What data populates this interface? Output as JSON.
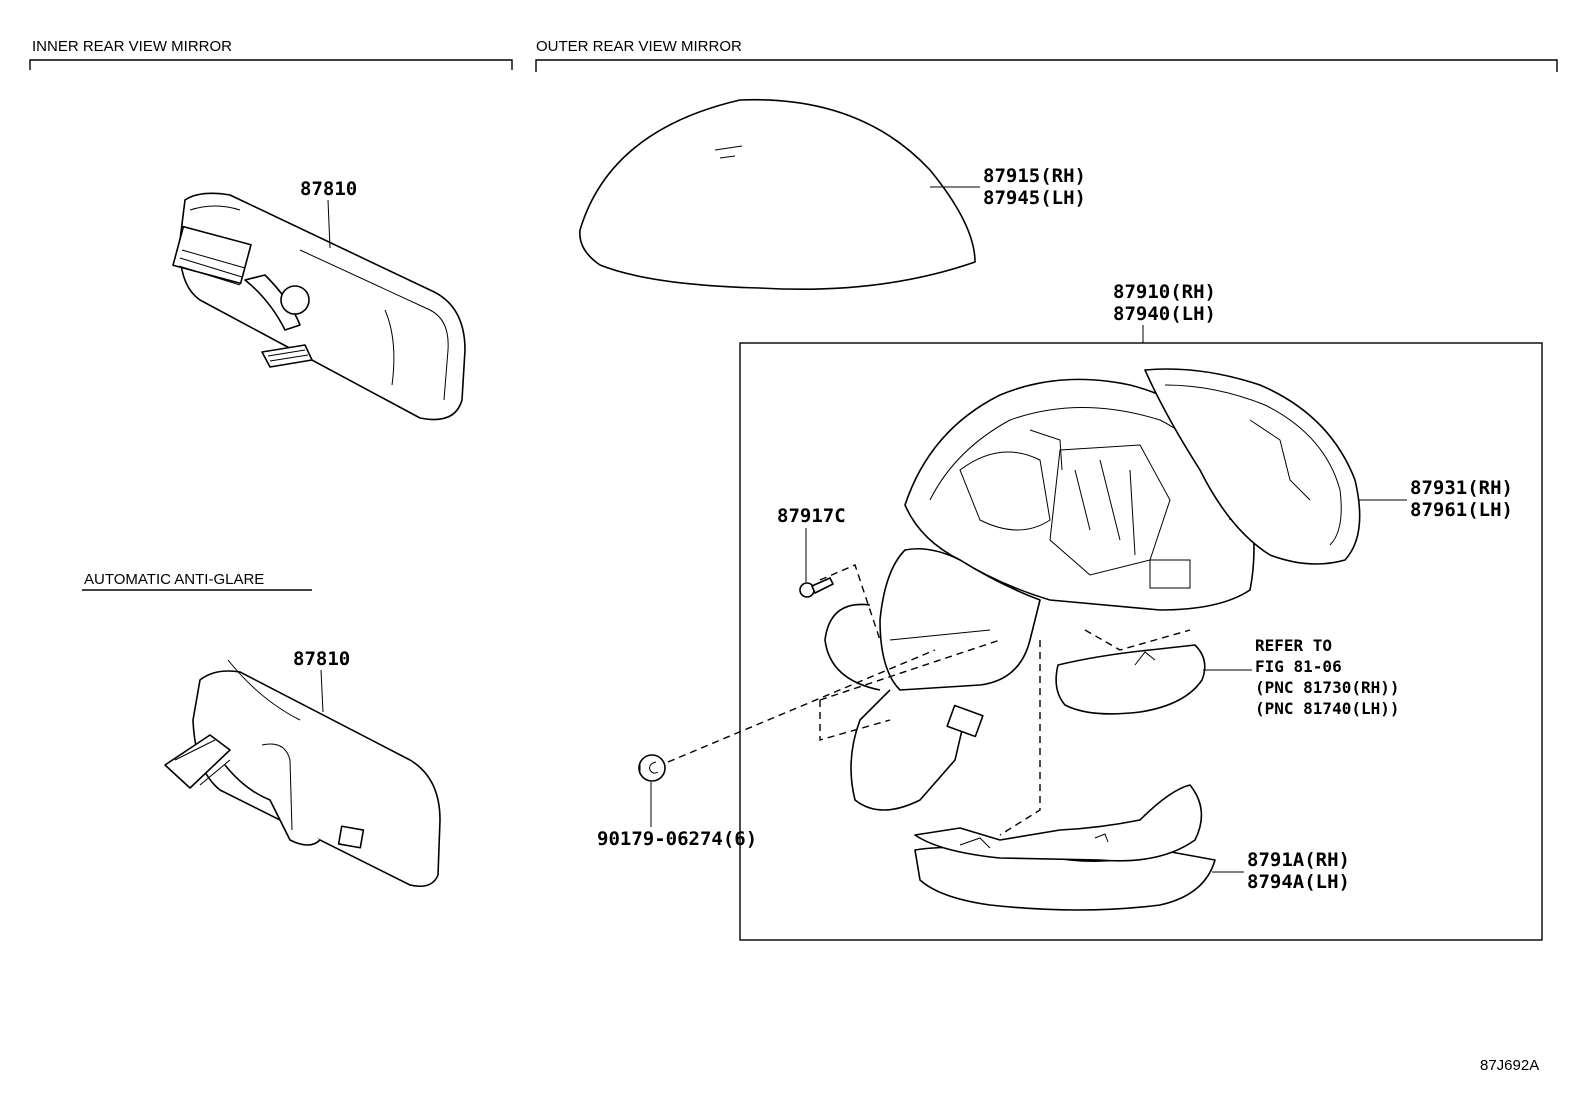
{
  "sections": {
    "inner": "INNER REAR VIEW MIRROR",
    "outer": "OUTER REAR VIEW MIRROR",
    "anti_glare": "AUTOMATIC ANTI-GLARE"
  },
  "parts": {
    "inner_mirror": "87810",
    "inner_mirror_anti_glare": "87810",
    "cover_rh": "87915(RH)",
    "cover_lh": "87945(LH)",
    "outer_mirror_rh": "87910(RH)",
    "outer_mirror_lh": "87940(LH)",
    "glass_rh": "87931(RH)",
    "glass_lh": "87961(LH)",
    "screw": "87917C",
    "clip": "90179-06274(6)",
    "lower_cover_rh": "8791A(RH)",
    "lower_cover_lh": "8794A(LH)"
  },
  "refer": {
    "line1": "REFER TO",
    "line2": "FIG 81-06",
    "line3": "(PNC 81730(RH))",
    "line4": "(PNC 81740(LH))"
  },
  "figure_id": "87J692A"
}
